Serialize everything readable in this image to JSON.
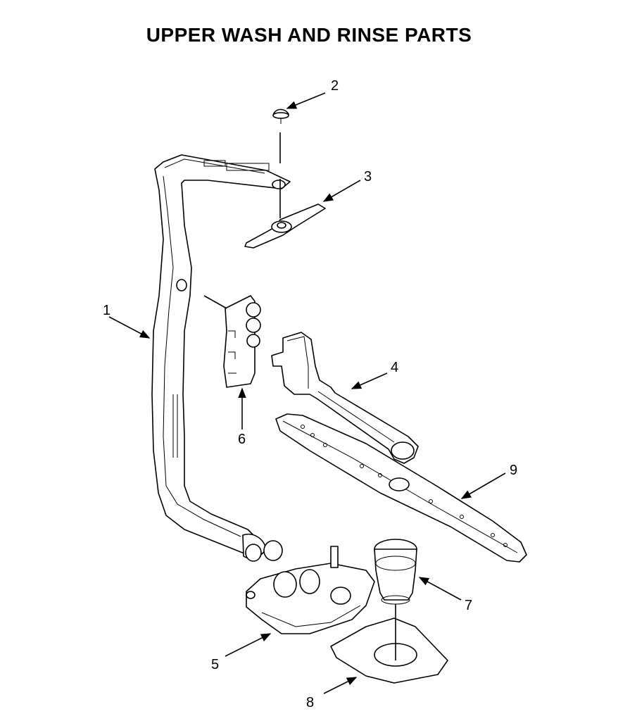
{
  "title": "UPPER WASH AND RINSE PARTS",
  "callouts": [
    "1",
    "2",
    "3",
    "4",
    "5",
    "6",
    "7",
    "8",
    "9"
  ]
}
